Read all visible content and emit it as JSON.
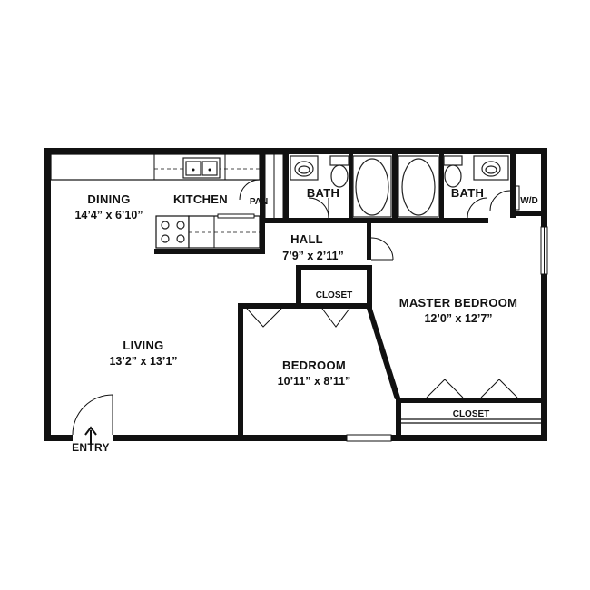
{
  "rooms": {
    "dining": {
      "name": "DINING",
      "dimensions": "14’4” x 6’10”"
    },
    "kitchen": {
      "name": "KITCHEN"
    },
    "pantry": {
      "name": "PAN"
    },
    "bath_left": {
      "name": "BATH"
    },
    "bath_right": {
      "name": "BATH"
    },
    "laundry": {
      "name": "W/D"
    },
    "hall": {
      "name": "HALL",
      "dimensions": "7’9” x 2’11”"
    },
    "closet_hall": {
      "name": "CLOSET"
    },
    "master_bedroom": {
      "name": "MASTER BEDROOM",
      "dimensions": "12’0” x 12’7”"
    },
    "living": {
      "name": "LIVING",
      "dimensions": "13’2” x 13’1”"
    },
    "bedroom": {
      "name": "BEDROOM",
      "dimensions": "10’11” x 8’11”"
    },
    "closet_master": {
      "name": "CLOSET"
    },
    "entry": {
      "name": "ENTRY"
    }
  },
  "icons": {
    "entry_arrow": "arrow-up-icon"
  }
}
